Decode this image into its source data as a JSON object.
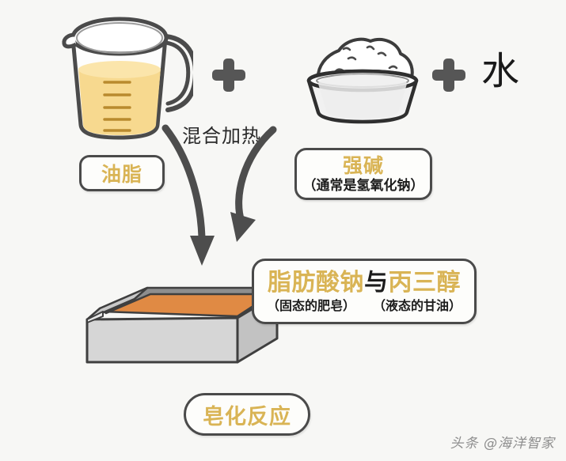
{
  "page": {
    "background_color": "#f7f7f5",
    "title": "皂化反应示意图"
  },
  "colors": {
    "gold_text": "#d9b455",
    "black_text": "#1c1c1c",
    "outline": "#4a4a4a",
    "plus_sign": "#565656",
    "oil_liquid": "#f7d98f",
    "soap_surface": "#e08a44",
    "mold_body": "#d5d5d5"
  },
  "ingredients": [
    {
      "name": "oil-beaker",
      "icon": "measuring-cup-icon",
      "label": "油脂",
      "sublabel": ""
    },
    {
      "name": "lye-bowl",
      "icon": "bowl-of-granules-icon",
      "label": "强碱",
      "sublabel": "（通常是氢氧化钠）"
    },
    {
      "name": "water",
      "icon": "water-character",
      "label": "水",
      "sublabel": ""
    }
  ],
  "operators": {
    "plus_1": "+",
    "plus_2": "+"
  },
  "process": {
    "caption": "混合加热",
    "arrow_left": "curved-arrow-down-icon",
    "arrow_right": "curved-arrow-down-icon"
  },
  "products": {
    "title_part_1": "脂肪酸钠",
    "title_conjunction": "与",
    "title_part_2": "丙三醇",
    "sub_1": "（固态的肥皂）",
    "sub_2": "（液态的甘油）",
    "mold_icon": "soap-mold-tray-icon"
  },
  "reaction": {
    "label": "皂化反应"
  },
  "watermark": {
    "text": "头条 @海洋智家"
  }
}
